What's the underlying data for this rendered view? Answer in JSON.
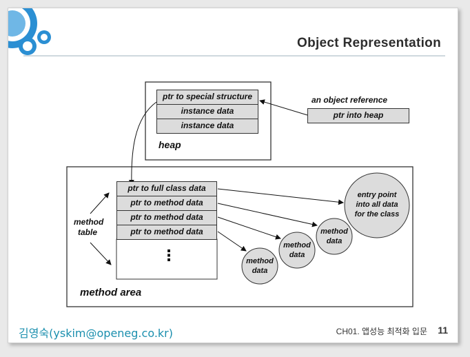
{
  "slide": {
    "title": "Object Representation",
    "footer_author": "김영숙(yskim@openeg.co.kr)",
    "footer_course": "CH01. 앱성능 최적화 입문",
    "page_number": "11"
  },
  "heap": {
    "cells": [
      "ptr to special structure",
      "instance data",
      "instance data"
    ],
    "label": "heap"
  },
  "object_reference": {
    "title": "an object reference",
    "cell": "ptr into heap"
  },
  "method_area": {
    "label": "method area",
    "table_label_1": "method",
    "table_label_2": "table",
    "cells": [
      "ptr to full class data",
      "ptr to method data",
      "ptr to method data",
      "ptr to method data"
    ],
    "ellipsis": "⋮",
    "entry_point": [
      "entry point",
      "into all data",
      "for the class"
    ],
    "method_data_circles": [
      [
        "method",
        "data"
      ],
      [
        "method",
        "data"
      ],
      [
        "method",
        "data"
      ]
    ]
  },
  "colors": {
    "footer_blue": "#1b8fae",
    "deco_blue": "#2b8fd3",
    "cell_grey": "#dcdcdc"
  }
}
